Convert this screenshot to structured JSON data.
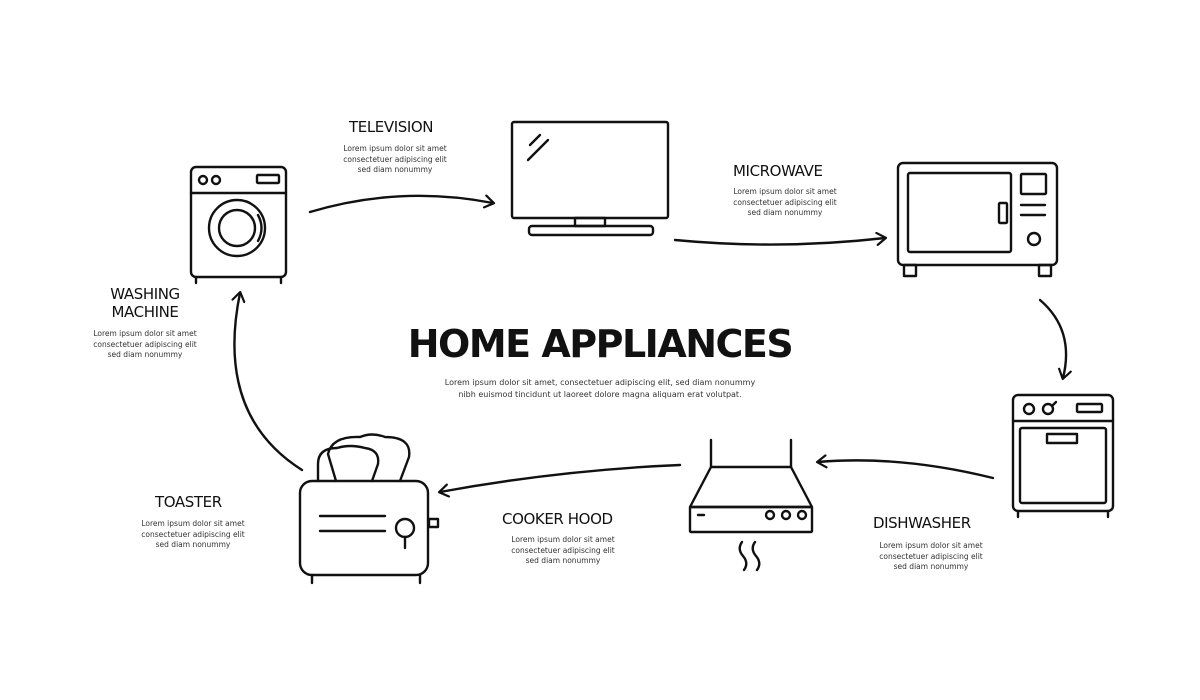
{
  "title": "HOME APPLIANCES",
  "subtitle": [
    "Lorem ipsum dolor sit amet, consectetuer adipiscing elit, sed diam nonummy",
    "nibh euismod tincidunt ut laoreet dolore magna aliquam erat volutpat."
  ],
  "nodes": {
    "television": {
      "label": "TELEVISION",
      "desc": [
        "Lorem ipsum dolor sit amet",
        "consectetuer adipiscing elit",
        "sed diam nonummy"
      ],
      "icon": "television-icon"
    },
    "microwave": {
      "label": "MICROWAVE",
      "desc": [
        "Lorem ipsum dolor sit amet",
        "consectetuer adipiscing elit",
        "sed diam nonummy"
      ],
      "icon": "microwave-icon"
    },
    "washing_machine": {
      "label_lines": [
        "WASHING",
        "MACHINE"
      ],
      "desc": [
        "Lorem ipsum dolor sit amet",
        "consectetuer adipiscing elit",
        "sed diam nonummy"
      ],
      "icon": "washing-machine-icon"
    },
    "dishwasher": {
      "label": "DISHWASHER",
      "desc": [
        "Lorem ipsum dolor sit amet",
        "consectetuer adipiscing elit",
        "sed diam nonummy"
      ],
      "icon": "dishwasher-icon"
    },
    "cooker_hood": {
      "label": "COOKER HOOD",
      "desc": [
        "Lorem ipsum dolor sit amet",
        "consectetuer adipiscing elit",
        "sed diam nonummy"
      ],
      "icon": "cooker-hood-icon"
    },
    "toaster": {
      "label": "TOASTER",
      "desc": [
        "Lorem ipsum dolor sit amet",
        "consectetuer adipiscing elit",
        "sed diam nonummy"
      ],
      "icon": "toaster-icon"
    }
  },
  "colors": {
    "stroke": "#111111",
    "background": "#ffffff"
  }
}
